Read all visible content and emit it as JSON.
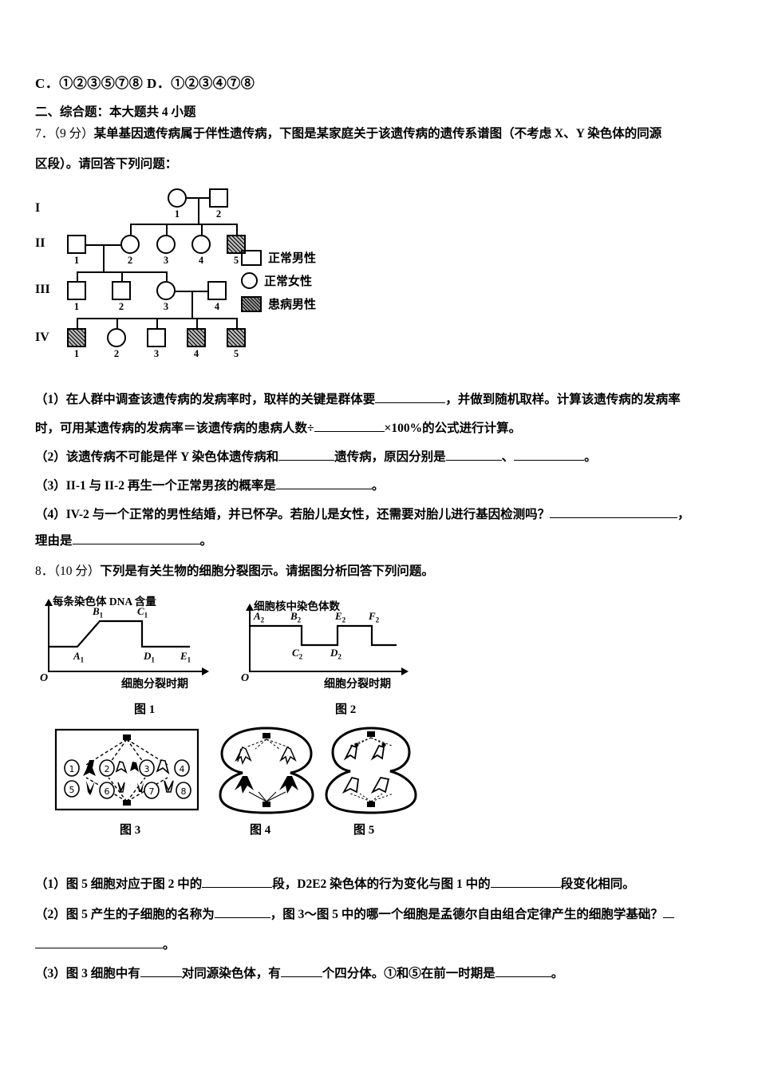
{
  "options_line": "C．①②③⑤⑦⑧ D．①②③④⑦⑧",
  "section_heading": "二、综合题：本大题共 4 小题",
  "q7": {
    "number": "7．",
    "marks": "（9 分）",
    "stem_part1": "某单基因遗传病属于伴性遗传病，下图是某家庭关于该遗传病的遗传系谱图（不考虑 X、Y 染色体的同源",
    "stem_part2": "区段）。请回答下列问题：",
    "legend": [
      {
        "key": "square",
        "label": "正常男性"
      },
      {
        "key": "circle",
        "label": "正常女性"
      },
      {
        "key": "affected-square",
        "label": "患病男性"
      }
    ],
    "generations": [
      "I",
      "II",
      "III",
      "IV"
    ],
    "individuals": [
      {
        "gen": "I",
        "idx": "1",
        "shape": "circle",
        "affected": false
      },
      {
        "gen": "I",
        "idx": "2",
        "shape": "square",
        "affected": false
      },
      {
        "gen": "II",
        "idx": "1",
        "shape": "square",
        "affected": false
      },
      {
        "gen": "II",
        "idx": "2",
        "shape": "circle",
        "affected": false
      },
      {
        "gen": "II",
        "idx": "3",
        "shape": "circle",
        "affected": false
      },
      {
        "gen": "II",
        "idx": "4",
        "shape": "circle",
        "affected": false
      },
      {
        "gen": "II",
        "idx": "5",
        "shape": "square",
        "affected": true
      },
      {
        "gen": "III",
        "idx": "1",
        "shape": "square",
        "affected": false
      },
      {
        "gen": "III",
        "idx": "2",
        "shape": "square",
        "affected": false
      },
      {
        "gen": "III",
        "idx": "3",
        "shape": "circle",
        "affected": false
      },
      {
        "gen": "III",
        "idx": "4",
        "shape": "square",
        "affected": false
      },
      {
        "gen": "IV",
        "idx": "1",
        "shape": "square",
        "affected": true
      },
      {
        "gen": "IV",
        "idx": "2",
        "shape": "circle",
        "affected": false
      },
      {
        "gen": "IV",
        "idx": "3",
        "shape": "square",
        "affected": false
      },
      {
        "gen": "IV",
        "idx": "4",
        "shape": "square",
        "affected": true
      },
      {
        "gen": "IV",
        "idx": "5",
        "shape": "square",
        "affected": true
      }
    ],
    "sub1_a": "（1）在人群中调查该遗传病的发病率时，取样的关键是群体要",
    "sub1_b": "，并做到随机取样。计算该遗传病的发病率",
    "sub1_c": "时，可用某遗传病的发病率＝该遗传病的患病人数÷",
    "sub1_d": "×100%的公式进行计算。",
    "sub2_a": "（2）该遗传病不可能是伴 Y 染色体遗传病和",
    "sub2_b": "遗传病，原因分别是",
    "sub2_c": "、",
    "sub2_d": "。",
    "sub3_a": "（3）II-1 与 II-2 再生一个正常男孩的概率是",
    "sub3_b": "。",
    "sub4_a": "（4）IV-2 与一个正常的男性结婚，并已怀孕。若胎儿是女性，还需要对胎儿进行基因检测吗？",
    "sub4_b": "，",
    "sub4_c": "理由是",
    "sub4_d": "。"
  },
  "q8": {
    "number": "8．",
    "marks": "（10 分）",
    "stem": "下列是有关生物的细胞分裂图示。请据图分析回答下列问题。",
    "fig_captions": [
      "图 1",
      "图 2",
      "图 3",
      "图 4",
      "图 5"
    ],
    "sub1_a": "（1）图 5 细胞对应于图 2 中的",
    "sub1_b": "段，D2E2 染色体的行为变化与图 1 中的",
    "sub1_c": "段变化相同。",
    "sub2_a": "（2）图 5 产生的子细胞的名称为",
    "sub2_b": "，图 3～图 5 中的哪一个细胞是孟德尔自由组合定律产生的细胞学基础？",
    "sub2_c": "。",
    "sub3_a": "（3）图 3 细胞中有",
    "sub3_b": "对同源染色体，有",
    "sub3_c": "个四分体。①和⑤在前一时期是",
    "sub3_d": "。",
    "fig3_chromosome_labels": [
      "①",
      "②",
      "③",
      "④",
      "⑤",
      "⑥",
      "⑦",
      "⑧"
    ]
  },
  "chart_data": [
    {
      "type": "line",
      "title": "图 1",
      "ylabel": "每条染色体 DNA 含量",
      "xlabel": "细胞分裂时期",
      "origin_label": "O",
      "grid": false,
      "legend": "none",
      "point_labels": [
        "A1",
        "B1",
        "C1",
        "D1",
        "E1"
      ],
      "x": [
        0,
        18,
        30,
        52,
        70,
        72,
        100
      ],
      "y": [
        1,
        1,
        2,
        2,
        2,
        1,
        1
      ],
      "annotations": [
        {
          "label": "A1",
          "x": 20,
          "y": 1
        },
        {
          "label": "B1",
          "x": 30,
          "y": 2
        },
        {
          "label": "C1",
          "x": 66,
          "y": 2
        },
        {
          "label": "D1",
          "x": 74,
          "y": 1
        },
        {
          "label": "E1",
          "x": 95,
          "y": 1
        }
      ],
      "ylim": [
        0,
        2.6
      ],
      "xlim": [
        0,
        105
      ]
    },
    {
      "type": "line",
      "title": "图 2",
      "ylabel": "细胞核中染色体数",
      "xlabel": "细胞分裂时期",
      "origin_label": "O",
      "grid": false,
      "legend": "none",
      "point_labels": [
        "A2",
        "B2",
        "C2",
        "D2",
        "E2",
        "F2"
      ],
      "x": [
        0,
        0,
        36,
        36,
        62,
        62,
        84,
        84,
        100
      ],
      "y": [
        0,
        2,
        2,
        1,
        1,
        2,
        2,
        1,
        1
      ],
      "annotations": [
        {
          "label": "A2",
          "x": 5,
          "y": 2
        },
        {
          "label": "B2",
          "x": 30,
          "y": 2
        },
        {
          "label": "C2",
          "x": 33,
          "y": 1
        },
        {
          "label": "D2",
          "x": 58,
          "y": 1
        },
        {
          "label": "E2",
          "x": 62,
          "y": 2
        },
        {
          "label": "F2",
          "x": 82,
          "y": 2
        }
      ],
      "ylim": [
        0,
        2.8
      ],
      "xlim": [
        0,
        105
      ]
    }
  ]
}
